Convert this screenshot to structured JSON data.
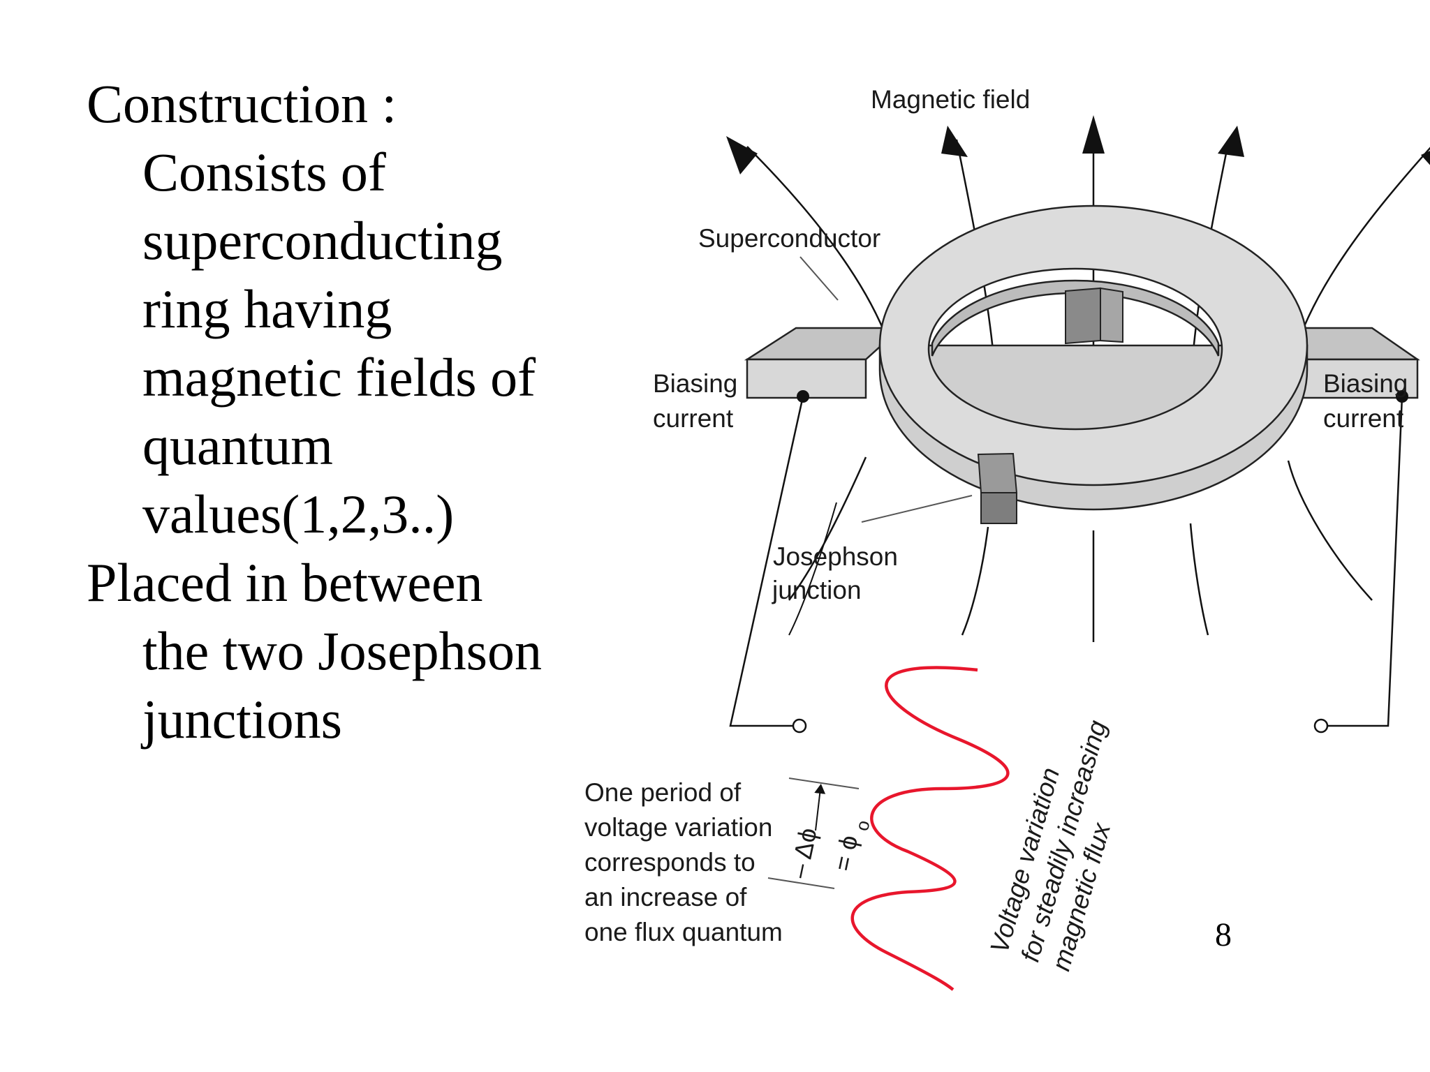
{
  "text": {
    "construction_heading": "Construction :",
    "consists_lines": [
      "Consists of",
      "superconducting",
      "ring having",
      "magnetic fields of",
      "quantum",
      "values(1,2,3..)"
    ],
    "placed_lines": [
      "Placed in between",
      "the two Josephson",
      "junctions"
    ]
  },
  "diagram": {
    "magnetic_field": "Magnetic field",
    "superconductor": "Superconductor",
    "biasing_left": [
      "Biasing",
      "current"
    ],
    "biasing_right": [
      "Biasing",
      "current"
    ],
    "josephson": [
      "Josephson",
      "junction"
    ],
    "period_note": [
      "One period of",
      "voltage variation",
      "corresponds to",
      "an increase of",
      "one flux quantum"
    ],
    "delta_phi": "– Δϕ",
    "phi_zero": "= ϕ",
    "phi_zero_sub": "o",
    "voltage_note": [
      "Voltage variation",
      "for steadily increasing",
      "magnetic flux"
    ],
    "colors": {
      "ring": "#d6d6d6",
      "junction": "#8a8a8a",
      "wave": "#e8162c"
    }
  },
  "page_number": "8"
}
